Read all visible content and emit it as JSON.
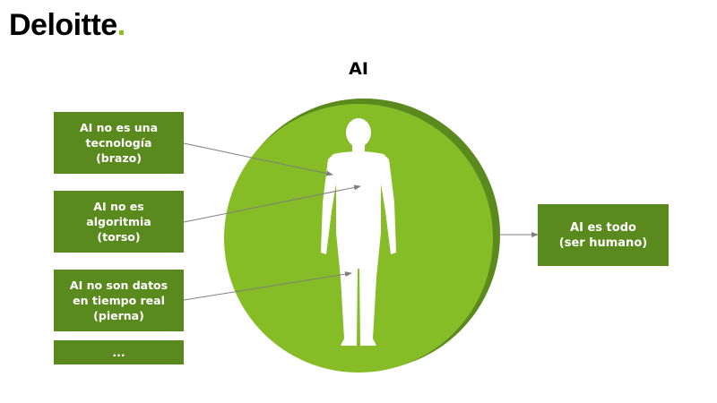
{
  "logo": {
    "text": "Deloitte",
    "dot": "."
  },
  "title": "AI",
  "boxes": {
    "arm": "AI no es una\ntecnología\n(brazo)",
    "torso": "AI no es\nalgoritmia\n(torso)",
    "leg": "AI no son datos\nen tiempo real\n(pierna)",
    "more": "...",
    "all": "AI es todo\n(ser humano)"
  },
  "colors": {
    "brand_green": "#86bc25",
    "circle_green": "#86bc25",
    "circle_shadow": "#5a8a1e",
    "box_green": "#5a8a1e",
    "figure": "#ffffff",
    "arrow": "#7f7f7f"
  },
  "icons": {
    "figure": "human-body-silhouette-icon"
  }
}
